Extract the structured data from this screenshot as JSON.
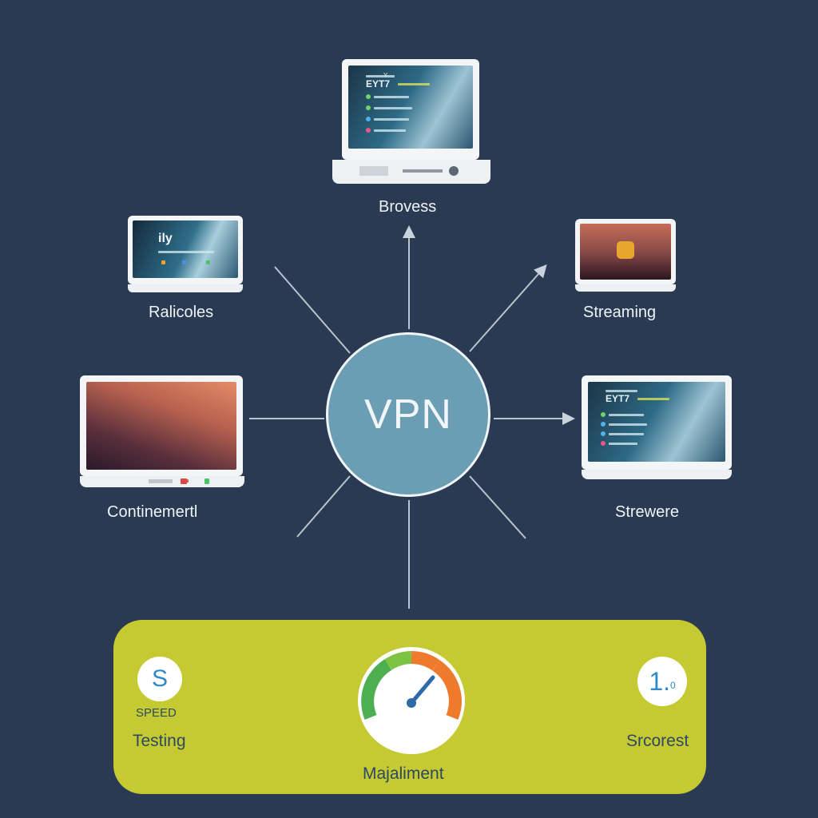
{
  "hub": {
    "label": "VPN"
  },
  "nodes": {
    "top": {
      "label": "Brovess",
      "screen_text": [
        "Y",
        "EYT7"
      ]
    },
    "upper_left": {
      "label": "Ralicoles",
      "screen_text": "ily"
    },
    "upper_right": {
      "label": "Streaming"
    },
    "mid_left": {
      "label": "Continemertl"
    },
    "mid_right": {
      "label": "Strewere",
      "screen_text": "EYT7"
    }
  },
  "panel": {
    "left_badge": "S",
    "left_caption": "SPEED",
    "left_label": "Testing",
    "center_label": "Majaliment",
    "right_badge": "1.",
    "right_badge_small": "0",
    "right_label": "Srcorest"
  },
  "colors": {
    "background": "#2a3a52",
    "hub": "#6b9db3",
    "panel": "#c5ca33",
    "badge_text": "#2f8ac7",
    "gauge_green": "#4caf50",
    "gauge_orange": "#f07a2c"
  },
  "icons": [
    "arrow-icon",
    "speedometer-icon",
    "play-icon"
  ]
}
